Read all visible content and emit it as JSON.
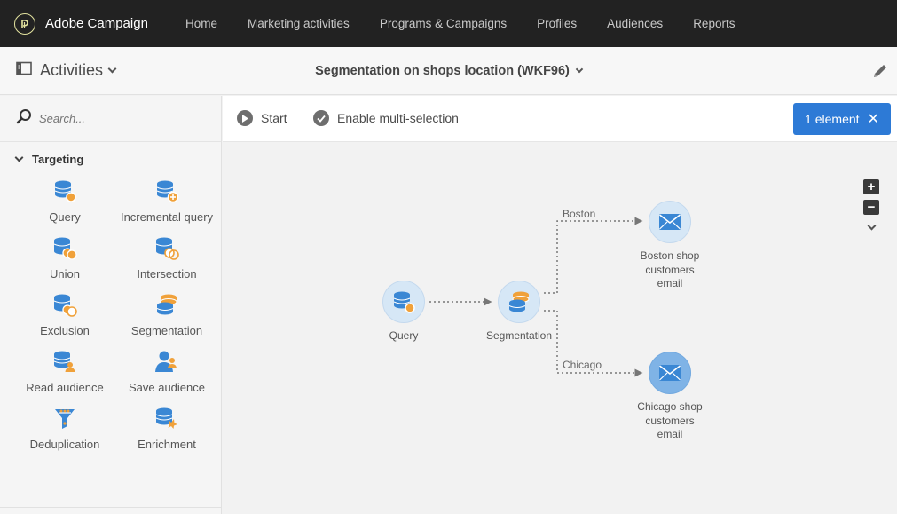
{
  "app": {
    "brand_name": "Adobe Campaign"
  },
  "nav": {
    "items": [
      {
        "label": "Home"
      },
      {
        "label": "Marketing activities"
      },
      {
        "label": "Programs & Campaigns"
      },
      {
        "label": "Profiles"
      },
      {
        "label": "Audiences"
      },
      {
        "label": "Reports"
      }
    ]
  },
  "header": {
    "activities_label": "Activities",
    "workflow_title": "Segmentation on shops location (WKF96)"
  },
  "sidebar": {
    "search_placeholder": "Search...",
    "section_title": "Targeting",
    "activities": [
      {
        "label": "Query",
        "icon": "query-icon"
      },
      {
        "label": "Incremental query",
        "icon": "incremental-query-icon"
      },
      {
        "label": "Union",
        "icon": "union-icon"
      },
      {
        "label": "Intersection",
        "icon": "intersection-icon"
      },
      {
        "label": "Exclusion",
        "icon": "exclusion-icon"
      },
      {
        "label": "Segmentation",
        "icon": "segmentation-icon"
      },
      {
        "label": "Read audience",
        "icon": "read-audience-icon"
      },
      {
        "label": "Save audience",
        "icon": "save-audience-icon"
      },
      {
        "label": "Deduplication",
        "icon": "deduplication-icon"
      },
      {
        "label": "Enrichment",
        "icon": "enrichment-icon"
      }
    ]
  },
  "toolbar": {
    "start_label": "Start",
    "multi_select_label": "Enable multi-selection",
    "selection_label": "1 element"
  },
  "canvas": {
    "nodes": {
      "query": {
        "label": "Query"
      },
      "segmentation": {
        "label": "Segmentation"
      },
      "boston_email": {
        "label_lines": [
          "Boston shop",
          "customers",
          "email"
        ]
      },
      "chicago_email": {
        "label_lines": [
          "Chicago shop",
          "customers",
          "email"
        ]
      }
    },
    "edges": {
      "boston_label": "Boston",
      "chicago_label": "Chicago"
    }
  },
  "colors": {
    "topbar": "#222222",
    "accent_blue": "#2d7ad6",
    "icon_blue": "#3a87d4",
    "icon_orange": "#f0a13a",
    "node_fill": "#d6e7f6",
    "node_selected_fill": "#7fb3e6"
  }
}
